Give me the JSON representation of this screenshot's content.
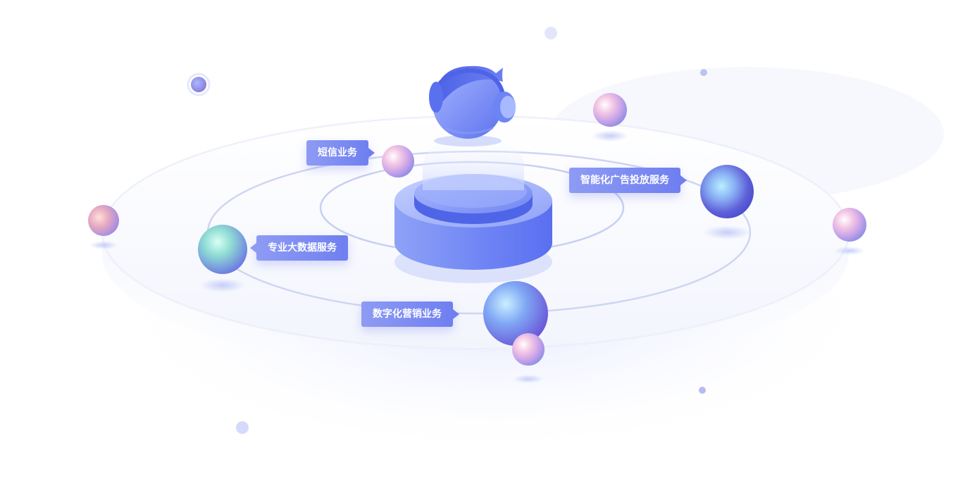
{
  "labels": {
    "sms": "短信业务",
    "smart_ads": "智能化广告投放服务",
    "big_data": "专业大数据服务",
    "digital_marketing": "数字化营销业务"
  },
  "colors": {
    "accent": "#6f7ff0",
    "label_bg_start": "#8e9bf4",
    "label_bg_end": "#6f7ff0",
    "platform": "#5f73ee",
    "ring": "#d6dbf5"
  },
  "icons": {
    "center": "headset-robot-icon",
    "orbits": "orbit-rings",
    "planets": "planet-sphere-icon"
  }
}
